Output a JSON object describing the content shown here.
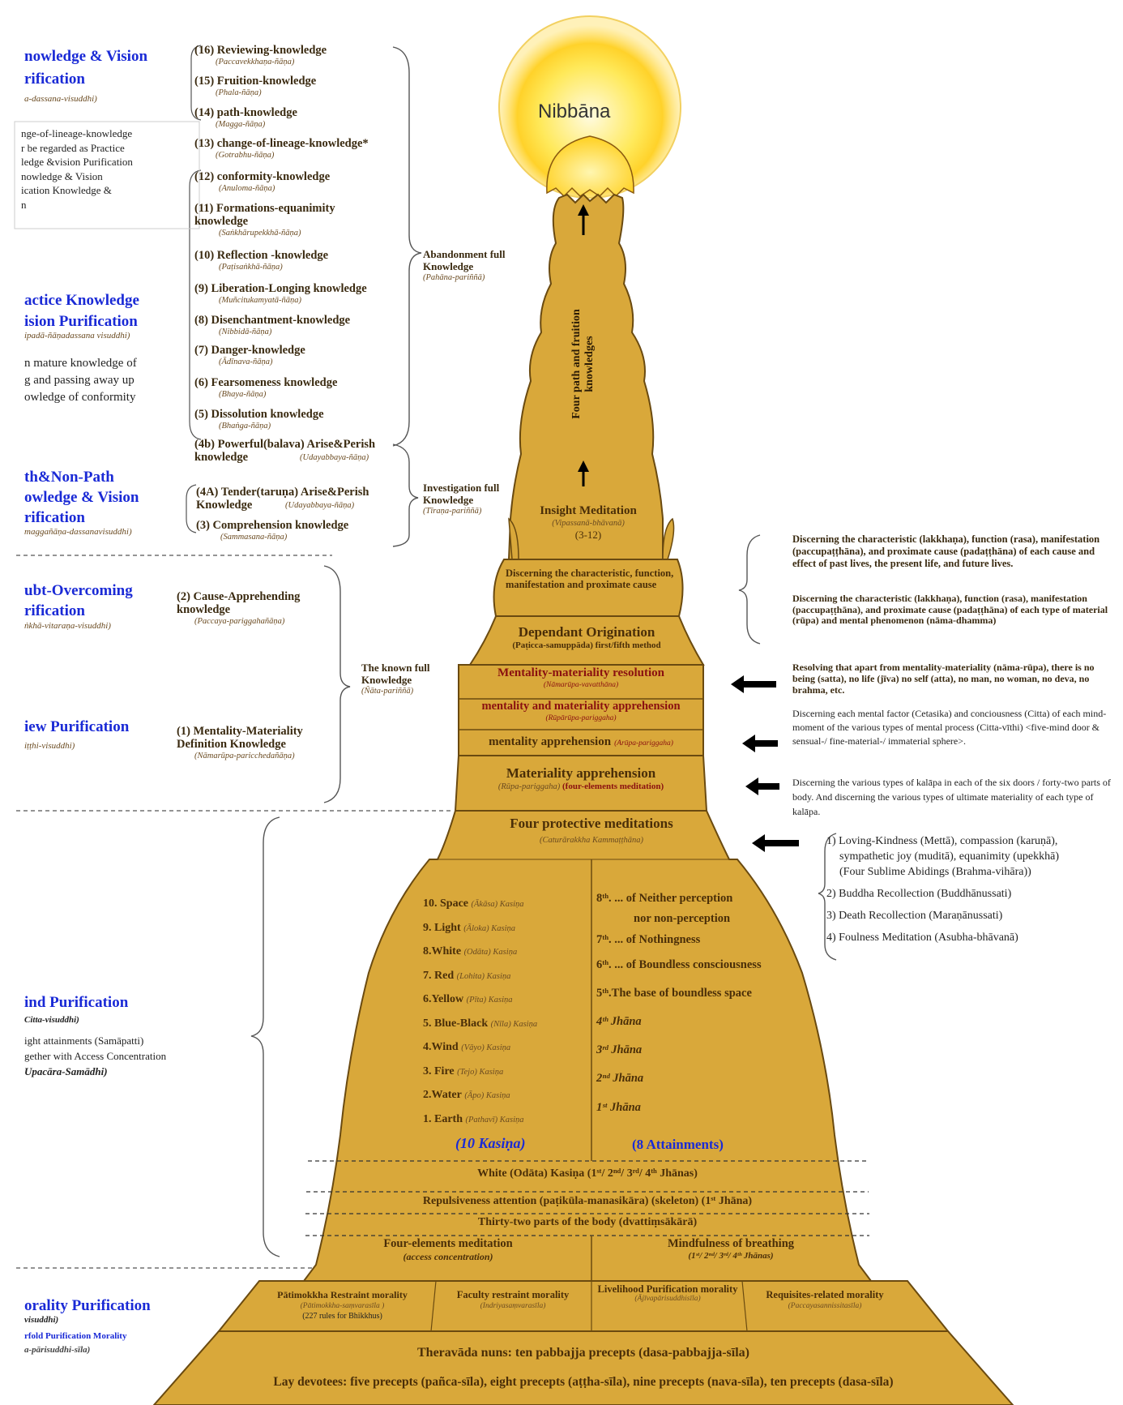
{
  "nibbana": "Nibbāna",
  "spire_label": "Four path and fruition knowledges",
  "left_purifications": [
    {
      "title1": "nowledge & Vision",
      "title2": "rification",
      "pali": "a-dassana-visuddhi)"
    },
    {
      "note": [
        "nge-of-lineage-knowledge",
        "r be regarded as Practice",
        "ledge &vision Purification",
        "nowledge & Vision",
        "ication Knowledge &",
        "n"
      ]
    },
    {
      "title1": "actice Knowledge",
      "title2": "ision Purification",
      "pali": "ipadā-ñāṇadassana visuddhi)"
    },
    {
      "note": [
        "n mature knowledge of",
        "g and passing away up",
        "owledge of conformity"
      ]
    },
    {
      "title1": "th&Non-Path",
      "title2": "owledge & Vision",
      "title3": "rification",
      "pali": "maggañāṇa-dassanavisuddhi)"
    },
    {
      "title1": "ubt-Overcoming",
      "title2": "rification",
      "pali": "ṅkhā-vitaraṇa-visuddhi)"
    },
    {
      "title1": "iew Purification",
      "pali": "iṭṭhi-visuddhi)"
    },
    {
      "title1": "ind Purification",
      "pali": "Citta-visuddhi)"
    },
    {
      "note": [
        "ight attainments (Samāpatti)",
        "gether with Access Concentration",
        "Upacāra-Samādhi)"
      ]
    },
    {
      "title1": "orality Purification",
      "pali": "visuddhi)"
    },
    {
      "note": [
        "rfold Purification Morality",
        "a-pārisuddhi-sīla)"
      ]
    }
  ],
  "knowledges": [
    {
      "name": "(16) Reviewing-knowledge",
      "pali": "(Paccavekkhaṇa-ñāṇa)"
    },
    {
      "name": "(15) Fruition-knowledge",
      "pali": "(Phala-ñāṇa)"
    },
    {
      "name": "(14) path-knowledge",
      "pali": "(Magga-ñāṇa)"
    },
    {
      "name": "(13) change-of-lineage-knowledge*",
      "pali": "(Gotrabhu-ñāṇa)"
    },
    {
      "name": "(12) conformity-knowledge",
      "pali": "(Anuloma-ñāṇa)"
    },
    {
      "name": "(11) Formations-equanimity knowledge",
      "pali": "(Saṅkhārupekkhā-ñāṇa)"
    },
    {
      "name": "(10) Reflection -knowledge",
      "pali": "(Paṭisaṅkhā-ñāṇa)"
    },
    {
      "name": "(9)  Liberation-Longing knowledge",
      "pali": "(Muñcitukamyatā-ñāṇa)"
    },
    {
      "name": "(8)  Disenchantment-knowledge",
      "pali": "(Nibbidā-ñāṇa)"
    },
    {
      "name": "(7)  Danger-knowledge",
      "pali": "(Ādīnava-ñāṇa)"
    },
    {
      "name": "(6)  Fearsomeness knowledge",
      "pali": "(Bhaya-ñāṇa)"
    },
    {
      "name": "(5)  Dissolution knowledge",
      "pali": "(Bhaṅga-ñāṇa)"
    },
    {
      "name": "(4b) Powerful(balava) Arise&Perish knowledge",
      "pali": "(Udayabbaya-ñāṇa)"
    },
    {
      "name": "(4A) Tender(taruṇa) Arise&Perish Knowledge",
      "pali": "(Udayabbaya-ñāṇa)"
    },
    {
      "name": "(3)  Comprehension knowledge",
      "pali": "(Sammasana-ñāṇa)"
    },
    {
      "name": "(2) Cause-Apprehending knowledge",
      "pali": "(Paccaya-pariggahañāṇa)"
    },
    {
      "name": "(1) Mentality-Materiality Definition Knowledge",
      "pali": "(Nāmarūpa-paricchedañāṇa)"
    }
  ],
  "full_knowledges": [
    {
      "name": "Abandonment full Knowledge",
      "pali": "(Pahāna-pariññā)"
    },
    {
      "name": "Investigation full Knowledge",
      "pali": "(Tīraṇa-pariññā)"
    },
    {
      "name": "The known full Knowledge",
      "pali": "(Ñāta-pariññā)"
    }
  ],
  "stupa_levels": {
    "insight": {
      "title": "Insight Meditation",
      "pali": "(Vipassanā-bhāvanā)",
      "range": "(3-12)"
    },
    "discerning": "Discerning the characteristic, function, manifestation and proximate cause",
    "dependant": {
      "title": "Dependant Origination",
      "pali": "(Paṭicca-samuppāda) first/fifth method"
    },
    "resolution": {
      "title": "Mentality-materiality resolution",
      "pali": "(Nāmarūpa-vavatthāna)"
    },
    "mm_apprehension": {
      "title": "mentality and materiality apprehension",
      "pali": "(Rūpārūpa-pariggaha)"
    },
    "m_apprehension": {
      "title": "mentality apprehension",
      "pali": "(Arūpa-pariggaha)"
    },
    "materiality": {
      "title": "Materiality apprehension",
      "pali": "(Rūpa-pariggaha)",
      "extra": "(four-elements meditation)"
    },
    "protective": {
      "title": "Four protective meditations",
      "pali": "(Caturārakkha Kammaṭṭhāna)"
    }
  },
  "kasinas": [
    {
      "label": "10. Space",
      "pali": "(Ākāsa) Kasiṇa"
    },
    {
      "label": "9. Light",
      "pali": "(Āloka) Kasiṇa"
    },
    {
      "label": "8.White",
      "pali": "(Odāta) Kasiṇa"
    },
    {
      "label": "7. Red",
      "pali": "(Lohita) Kasiṇa"
    },
    {
      "label": "6.Yellow",
      "pali": "(Pīta) Kasiṇa"
    },
    {
      "label": "5. Blue-Black",
      "pali": "(Nīla) Kasiṇa"
    },
    {
      "label": "4.Wind",
      "pali": "(Vāyo) Kasiṇa"
    },
    {
      "label": "3. Fire",
      "pali": "(Tejo) Kasiṇa"
    },
    {
      "label": "2.Water",
      "pali": "(Āpo) Kasiṇa"
    },
    {
      "label": "1. Earth",
      "pali": "(Pathavī) Kasiṇa"
    }
  ],
  "attainments": [
    "8ᵗʰ. ... of Neither perception",
    "nor non-perception",
    "7ᵗʰ. ... of Nothingness",
    "6ᵗʰ. ... of Boundless consciousness",
    "5ᵗʰ.The base of boundless space",
    "4ᵗʰ Jhāna",
    "3ʳᵈ Jhāna",
    "2ⁿᵈ Jhāna",
    "1ˢᵗ Jhāna"
  ],
  "kasina_total": "(10 Kasiṇa)",
  "attainments_total": "(8 Attainments)",
  "lower_bands": {
    "white": "White (Odāta) Kasiṇa (1ˢᵗ/ 2ⁿᵈ/ 3ʳᵈ/ 4ᵗʰ Jhānas)",
    "repulsiveness": "Repulsiveness attention (paṭikūla-manasikāra) (skeleton) (1ˢᵗ Jhāna)",
    "thirty_two": "Thirty-two parts of the body (dvattiṃsākārā)",
    "four_elements": "Four-elements meditation",
    "four_elements_sub": "(access concentration)",
    "breathing": "Mindfulness of breathing",
    "breathing_sub": "(1ˢᵗ/ 2ⁿᵈ/ 3ʳᵈ/ 4ᵗʰ Jhānas)"
  },
  "morality": [
    {
      "title": "Pātimokkha Restraint morality",
      "pali": "(Pātimokkha-saṃvarasīla )",
      "extra": "(227 rules for Bhikkhus)"
    },
    {
      "title": "Faculty restraint morality",
      "pali": "(Indriyasaṃvarasīla)"
    },
    {
      "title": "Livelihood Purification morality",
      "pali": "(Ājīvapārisuddhisīla)"
    },
    {
      "title": "Requisites-related morality",
      "pali": "(Paccayasannissitasīla)"
    }
  ],
  "base": {
    "nuns": "Theravāda nuns: ten pabbajja precepts (dasa-pabbajja-sīla)",
    "lay": "Lay devotees: five precepts (pañca-sīla), eight precepts (aṭṭha-sīla), nine precepts (nava-sīla), ten precepts (dasa-sīla)"
  },
  "right_notes": {
    "disc1": "Discerning the characteristic (lakkhaṇa), function (rasa), manifestation (paccupaṭṭhāna), and proximate cause (padaṭṭhāna) of each cause and effect of past lives, the present life, and future lives.",
    "disc2": "Discerning the characteristic (lakkhaṇa), function (rasa), manifestation (paccupaṭṭhāna), and proximate cause (padaṭṭhāna) of each type of material (rūpa) and mental phenomenon (nāma-dhamma)",
    "resolving": "Resolving that apart from mentality-materiality (nāma-rūpa), there is no being (satta), no life (jīva) no self (atta), no man, no woman, no deva, no brahma, etc.",
    "mental": "Discerning each mental factor (Cetasika) and conciousness (Citta) of each mind-moment of the various types of mental process (Citta-vīthi) <five-mind door & sensual-/ fine-material-/ immaterial sphere>.",
    "kalapa": "Discerning the various types of kalāpa in each of the six doors / forty-two parts of body. And discerning the various types of ultimate materiality of each type of kalāpa.",
    "protect": [
      "1) Loving-Kindness (Mettā), compassion (karuṇā),",
      "sympathetic joy (muditā), equanimity (upekkhā)",
      "(Four Sublime Abidings (Brahma-vihāra))",
      "2) Buddha Recollection (Buddhānussati)",
      "3) Death  Recollection (Maraṇānussati)",
      "4) Foulness Meditation (Asubha-bhāvanā)"
    ]
  },
  "colors": {
    "stupa": "#d9a83a",
    "stupa_dark": "#b98a22",
    "title_blue": "#1a2ad6",
    "red_text": "#8a1010",
    "sun": "#ffe24a"
  }
}
